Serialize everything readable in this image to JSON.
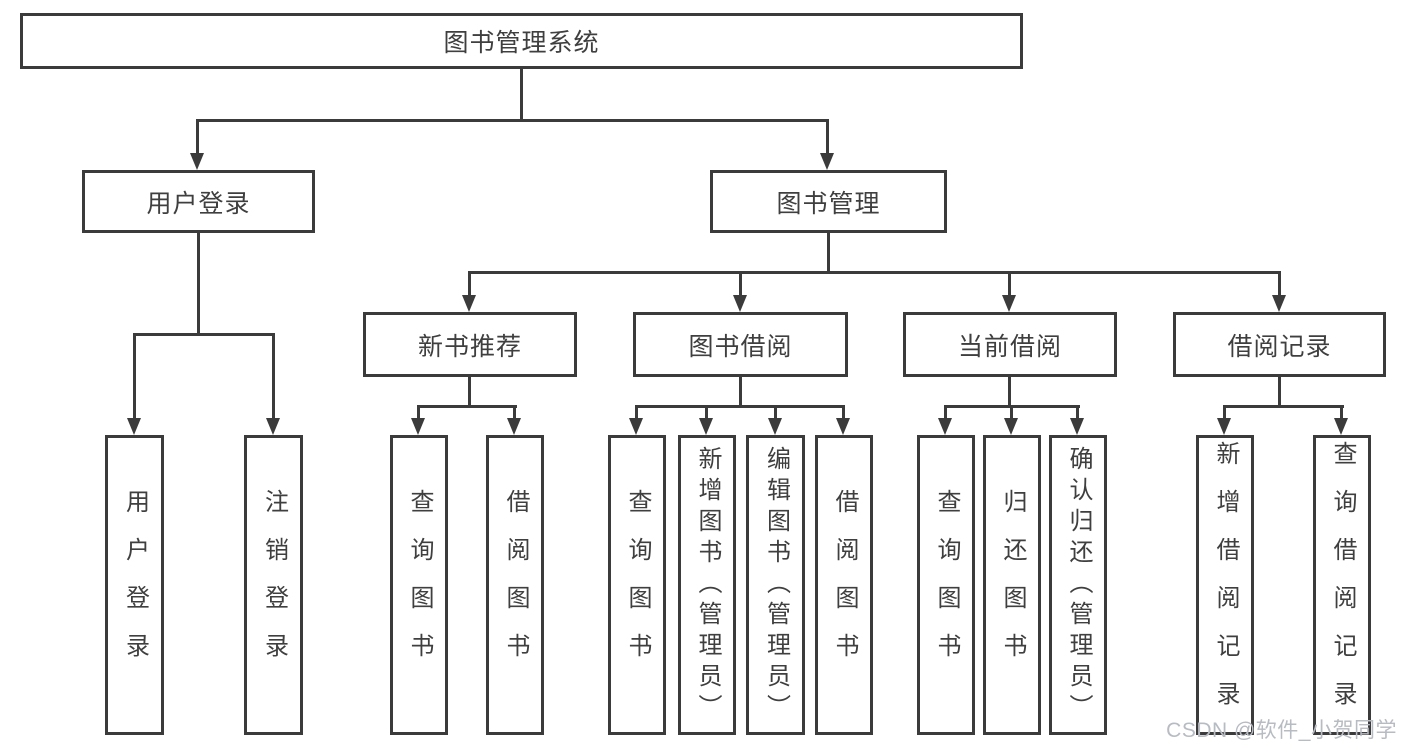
{
  "tree": {
    "label": "图书管理系统",
    "children": [
      {
        "label": "用户登录",
        "children": [
          {
            "label": "用户登录"
          },
          {
            "label": "注销登录"
          }
        ]
      },
      {
        "label": "图书管理",
        "children": [
          {
            "label": "新书推荐",
            "children": [
              {
                "label": "查询图书"
              },
              {
                "label": "借阅图书"
              }
            ]
          },
          {
            "label": "图书借阅",
            "children": [
              {
                "label": "查询图书"
              },
              {
                "label": "新增图书（管理员）"
              },
              {
                "label": "编辑图书（管理员）"
              },
              {
                "label": "借阅图书"
              }
            ]
          },
          {
            "label": "当前借阅",
            "children": [
              {
                "label": "查询图书"
              },
              {
                "label": "归还图书"
              },
              {
                "label": "确认归还（管理员）"
              }
            ]
          },
          {
            "label": "借阅记录",
            "children": [
              {
                "label": "新增借阅记录"
              },
              {
                "label": "查询借阅记录"
              }
            ]
          }
        ]
      }
    ]
  },
  "watermark": {
    "text": "CSDN @软件_小贺同学"
  },
  "colors": {
    "line": "#3b3b3b",
    "text": "#3f3f3f",
    "watermark": "#b7bbc2",
    "background": "#ffffff"
  }
}
